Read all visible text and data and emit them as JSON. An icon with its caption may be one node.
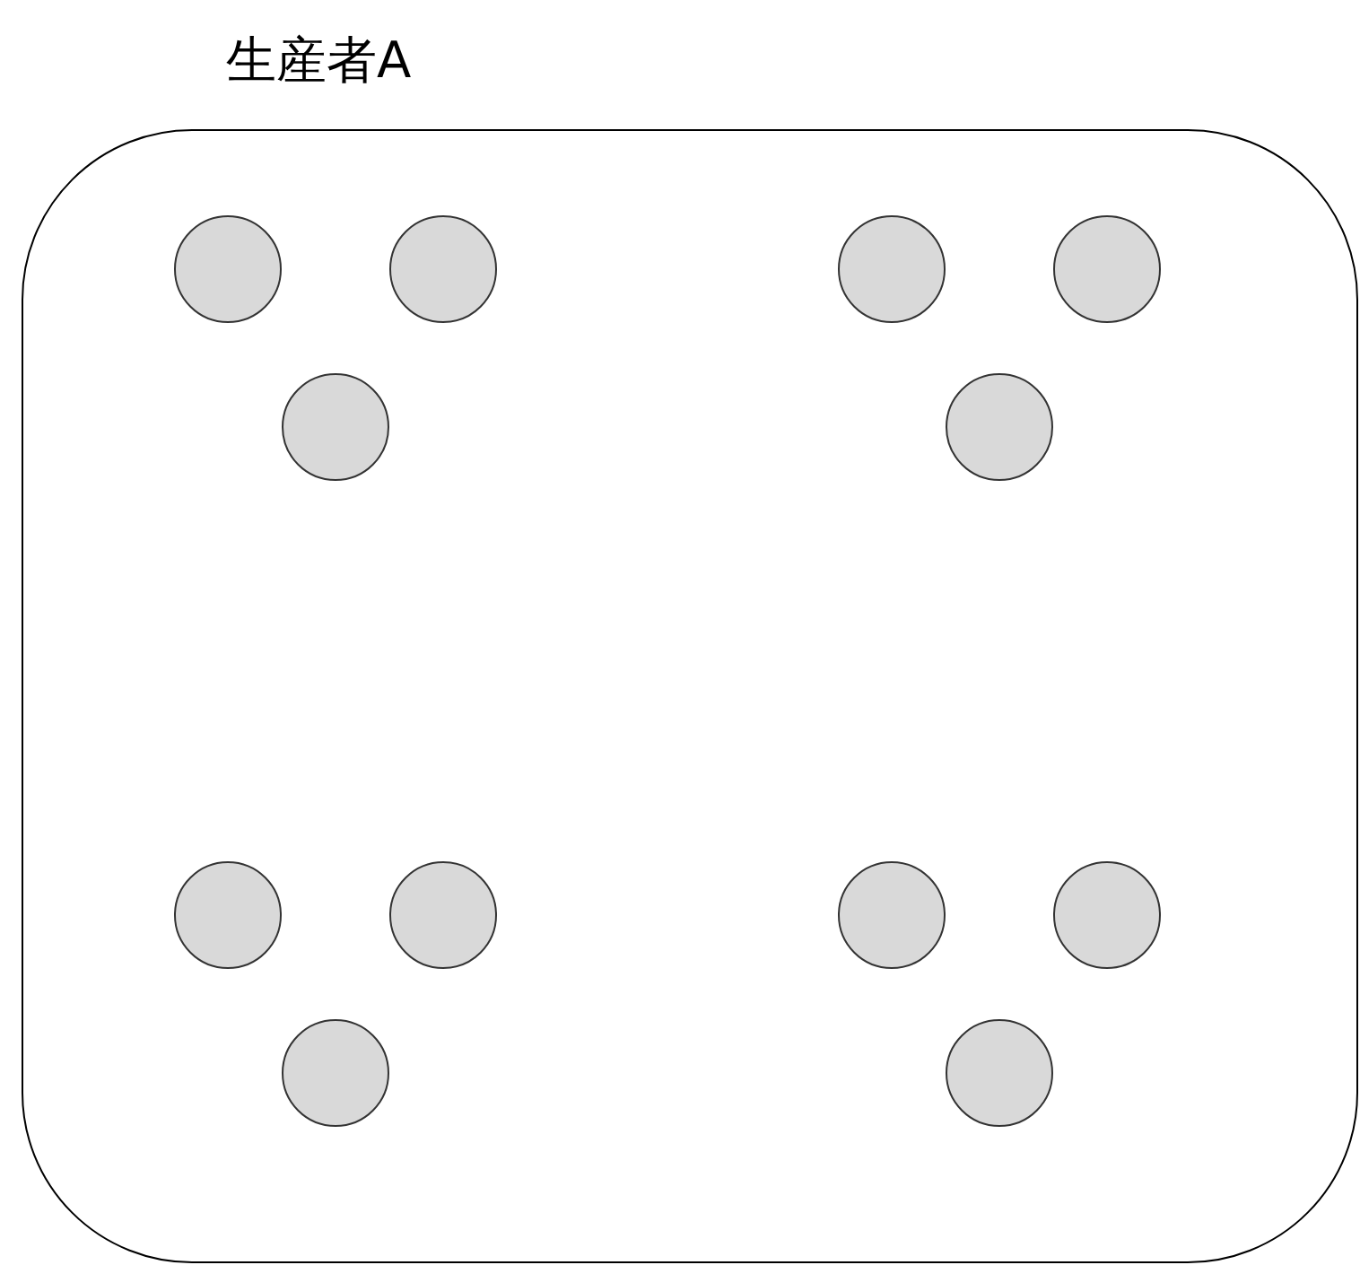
{
  "diagram": {
    "nodes": [
      {
        "text": [
          "生産者A"
        ]
      },
      {
        "text": [],
        "shape": "circle",
        "in": 0
      },
      {
        "text": [],
        "shape": "circle",
        "in": 0
      },
      {
        "text": [],
        "shape": "circle",
        "in": 0
      },
      {
        "text": [],
        "shape": "circle",
        "in": 0
      },
      {
        "text": [],
        "shape": "circle",
        "in": 0
      },
      {
        "text": [],
        "shape": "circle",
        "in": 0
      },
      {
        "text": [],
        "shape": "circle",
        "in": 0
      },
      {
        "text": [],
        "shape": "circle",
        "in": 0
      },
      {
        "text": [],
        "shape": "circle",
        "in": 0
      },
      {
        "text": [],
        "shape": "circle",
        "in": 0
      },
      {
        "text": [],
        "shape": "circle",
        "in": 0
      },
      {
        "text": [],
        "shape": "circle",
        "in": 0
      }
    ]
  }
}
